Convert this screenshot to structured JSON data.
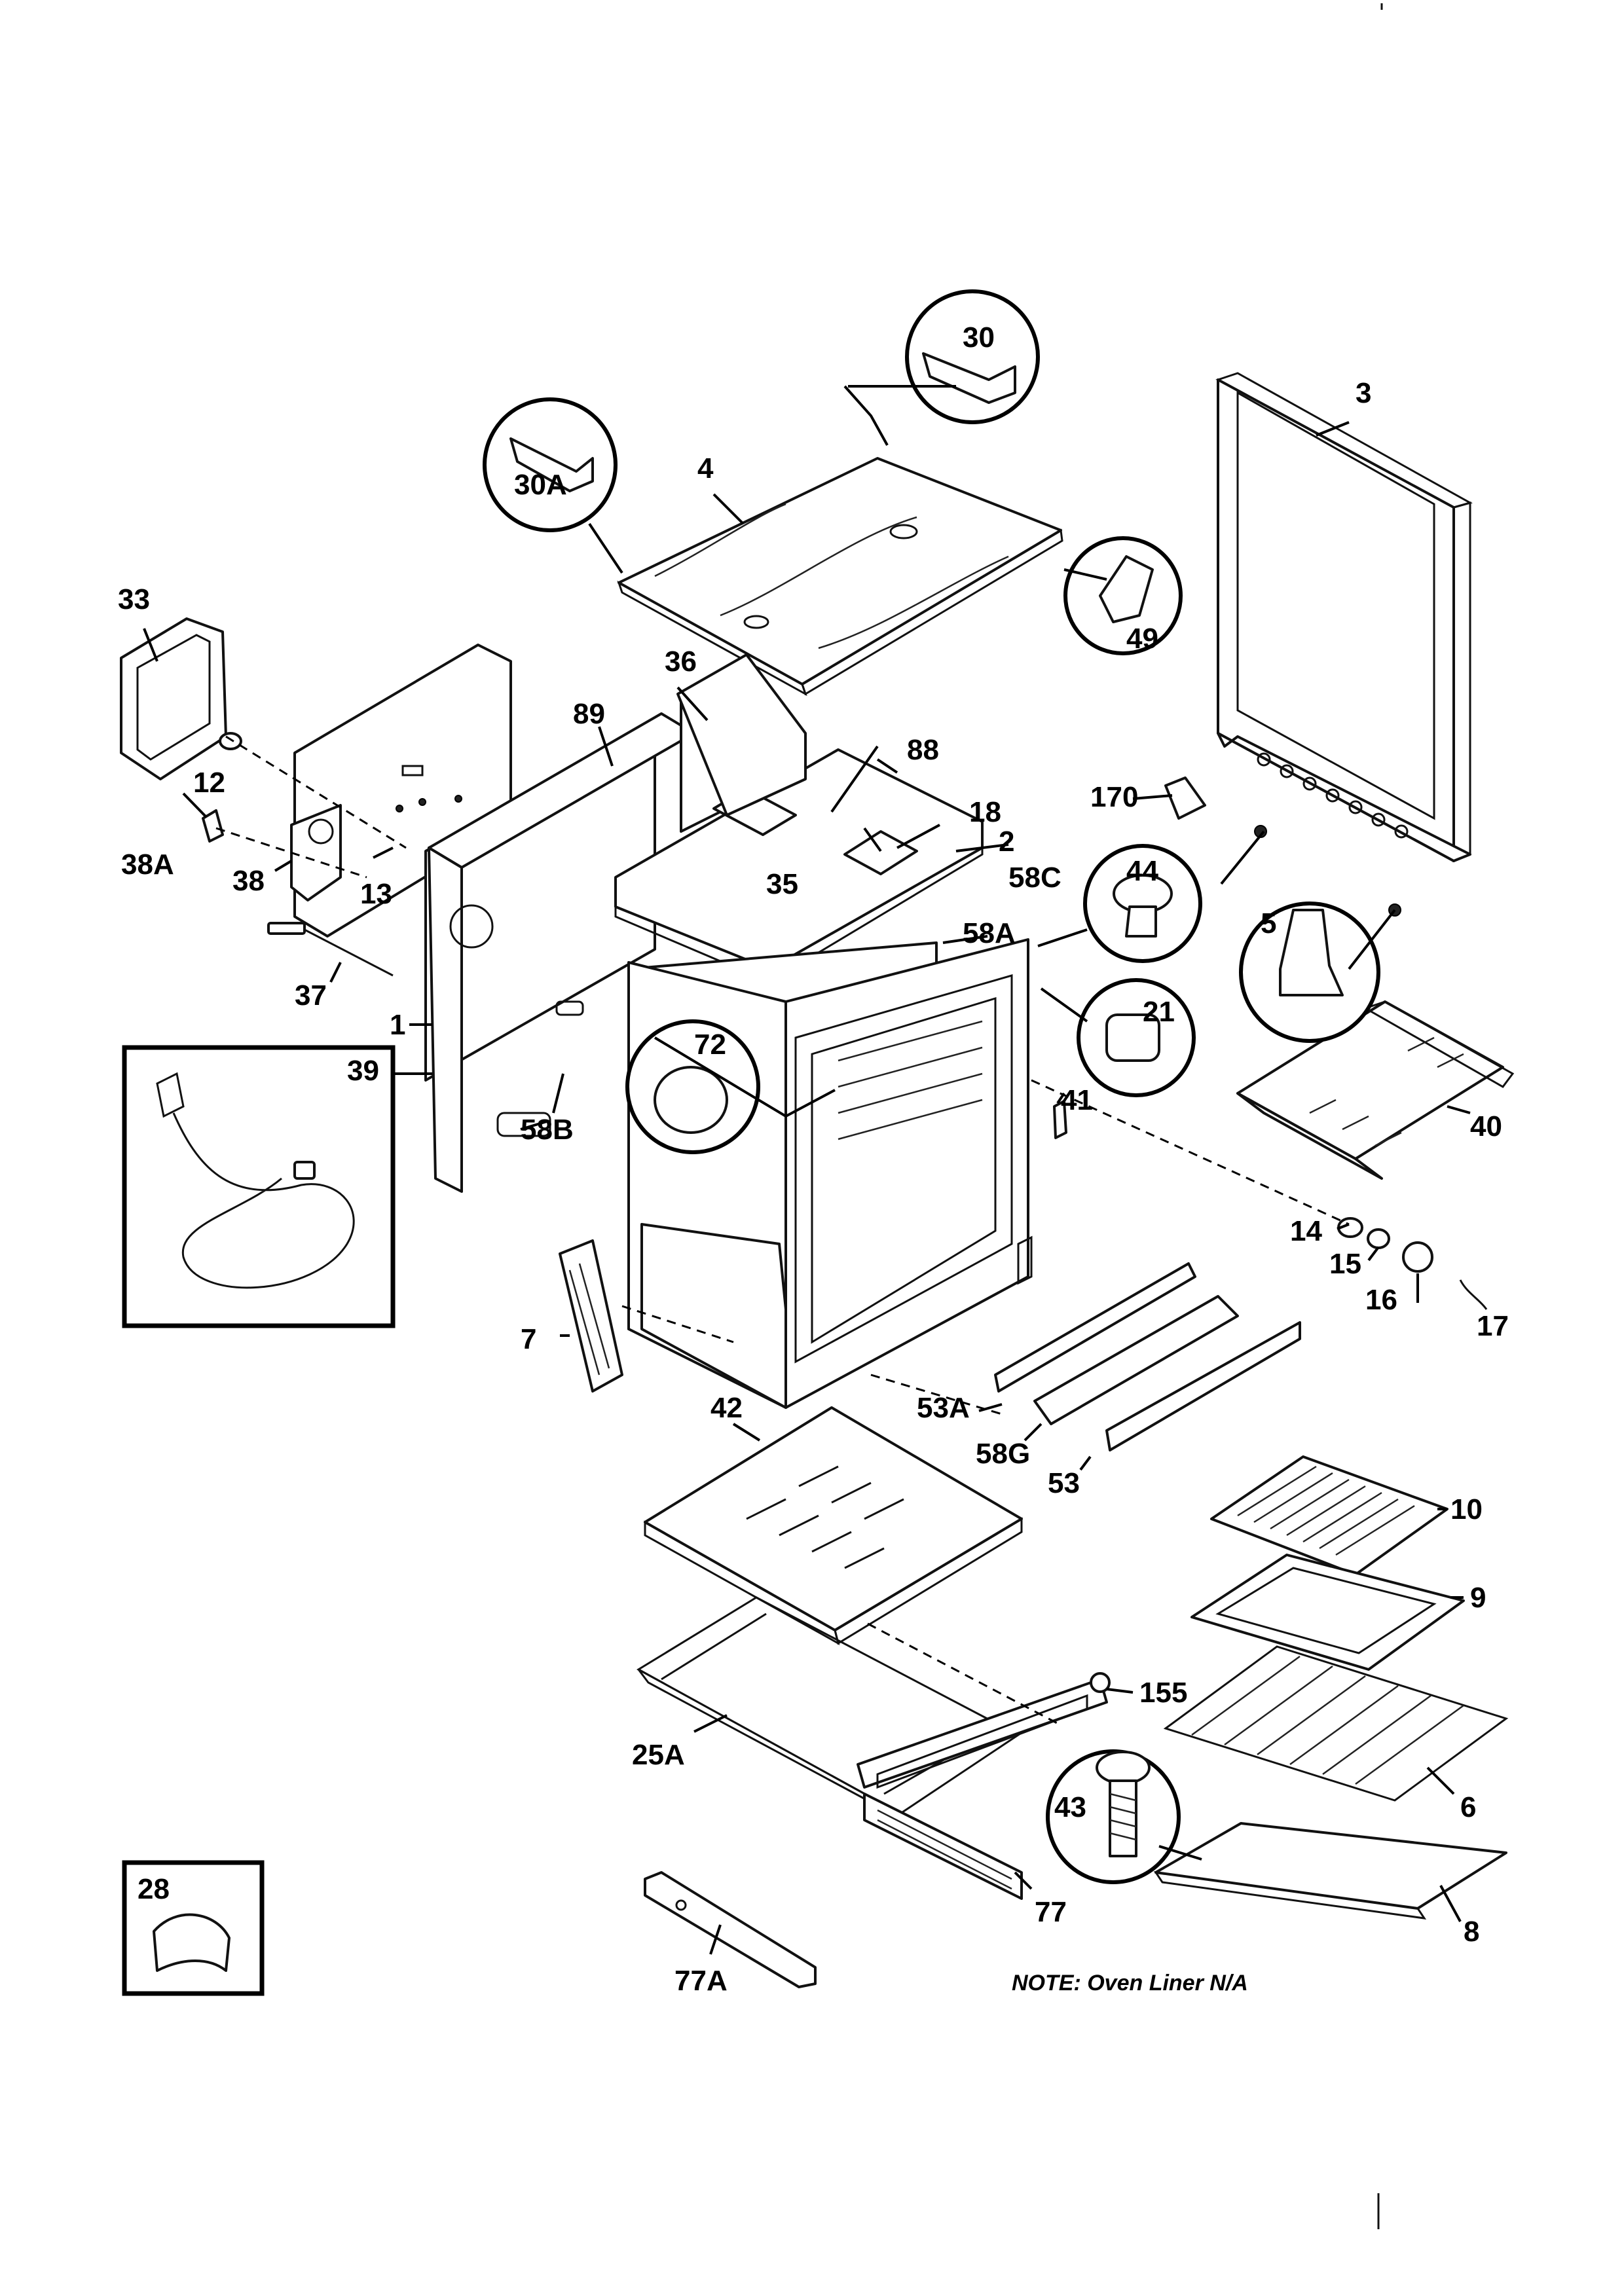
{
  "note": "NOTE: Oven Liner N/A",
  "labels": {
    "p1": "1",
    "p2": "2",
    "p3": "3",
    "p4": "4",
    "p5": "5",
    "p6": "6",
    "p7": "7",
    "p8": "8",
    "p9": "9",
    "p10": "10",
    "p12": "12",
    "p13": "13",
    "p14": "14",
    "p15": "15",
    "p16": "16",
    "p17": "17",
    "p18": "18",
    "p21": "21",
    "p25A": "25A",
    "p28": "28",
    "p30": "30",
    "p30A": "30A",
    "p33": "33",
    "p35": "35",
    "p36": "36",
    "p37": "37",
    "p38": "38",
    "p38A": "38A",
    "p39": "39",
    "p40": "40",
    "p41": "41",
    "p42": "42",
    "p43": "43",
    "p44": "44",
    "p49": "49",
    "p53": "53",
    "p53A": "53A",
    "p58A": "58A",
    "p58B": "58B",
    "p58C": "58C",
    "p58G": "58G",
    "p72": "72",
    "p77": "77",
    "p77A": "77A",
    "p88": "88",
    "p89": "89",
    "p155": "155",
    "p170": "170"
  }
}
